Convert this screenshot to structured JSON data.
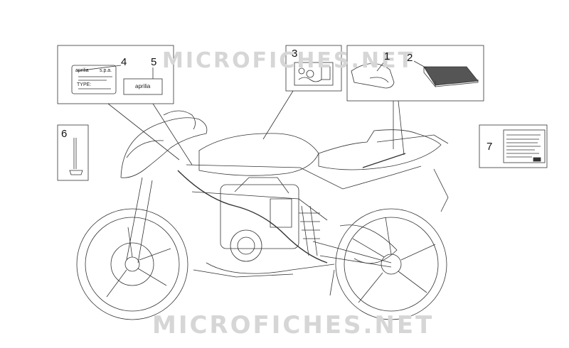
{
  "watermark": "MICROFICHES.NET",
  "callouts": [
    "1",
    "2",
    "3",
    "4",
    "5",
    "6",
    "7"
  ],
  "labels": {
    "plate_brand": "aprilia",
    "plate_suffix": "s.p.a.",
    "plate_type": "TYPE:",
    "sticker_brand": "aprilia"
  },
  "colors": {
    "line": "#333333",
    "watermark": "#d6d6d6"
  }
}
